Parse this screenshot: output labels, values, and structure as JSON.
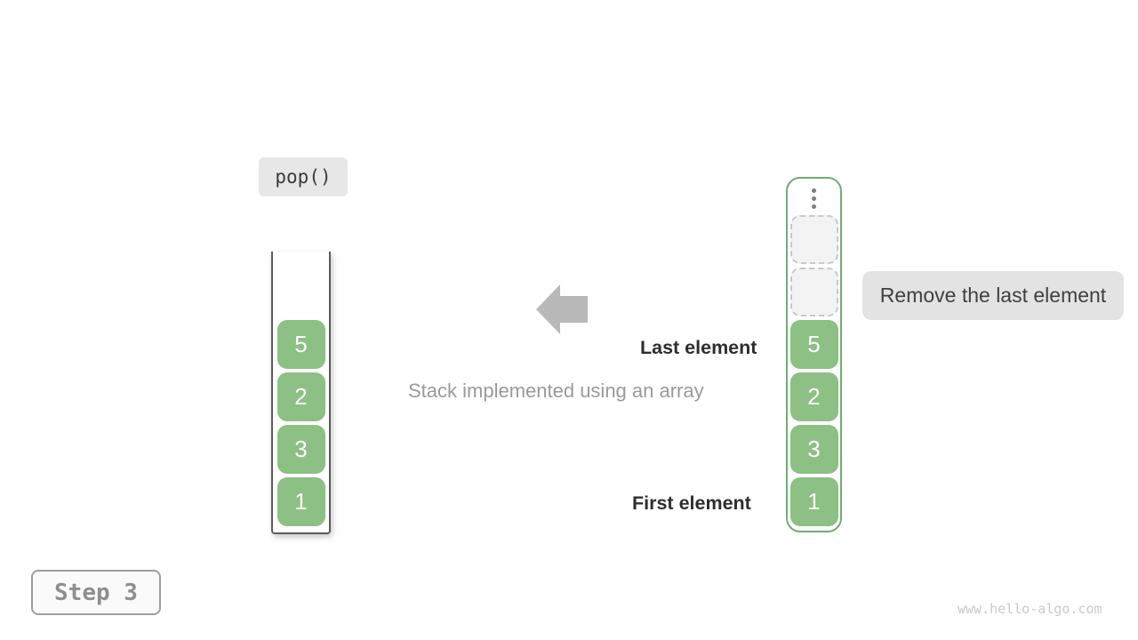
{
  "diagram": {
    "operation_label": "pop()",
    "caption": "Stack implemented using an array",
    "annotations": {
      "last_element": "Last element",
      "first_element": "First element",
      "remove": "Remove the last element"
    },
    "step_badge": "Step 3",
    "watermark": "www.hello-algo.com",
    "stack": {
      "values": [
        "5",
        "2",
        "3",
        "1"
      ]
    },
    "array": {
      "values": [
        "5",
        "2",
        "3",
        "1"
      ],
      "empty_slot_count": 2,
      "top_icon": "vertical-ellipsis-icon"
    }
  },
  "colors": {
    "element-green": "#8cc084",
    "array-border-green": "#74ab74",
    "arrow-gray": "#b9b9b9",
    "label-bg": "#e3e3e3",
    "pop-bg": "#e7e7e7",
    "text-dark": "#3a3a3a",
    "text-gray": "#9a9a9a",
    "step-text": "#8f8f8f",
    "watermark-gray": "#c9c9c9"
  }
}
